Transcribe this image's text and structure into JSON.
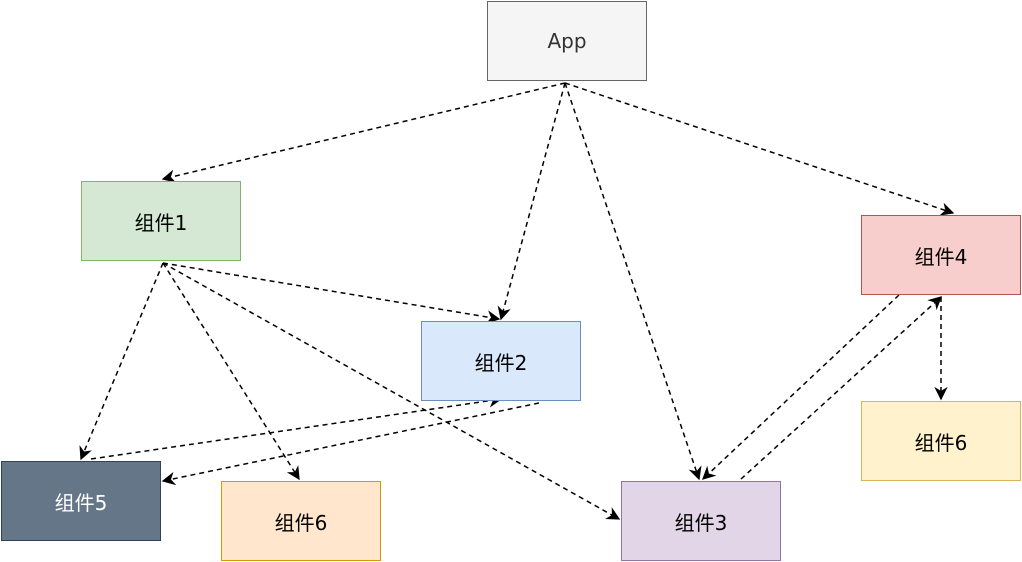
{
  "diagram": {
    "nodes": [
      {
        "id": "app",
        "label": "App",
        "fill": "#f5f5f5",
        "stroke": "#666666",
        "text": "#333333"
      },
      {
        "id": "comp1",
        "label": "组件1",
        "fill": "#d5e8d4",
        "stroke": "#82b366",
        "text": "#000000"
      },
      {
        "id": "comp2",
        "label": "组件2",
        "fill": "#dae8fc",
        "stroke": "#6c8ebf",
        "text": "#000000"
      },
      {
        "id": "comp4",
        "label": "组件4",
        "fill": "#f8cecc",
        "stroke": "#b85450",
        "text": "#000000"
      },
      {
        "id": "comp6b",
        "label": "组件6",
        "fill": "#fff2cc",
        "stroke": "#d6b656",
        "text": "#000000"
      },
      {
        "id": "comp5",
        "label": "组件5",
        "fill": "#647687",
        "stroke": "#314354",
        "text": "#ffffff"
      },
      {
        "id": "comp6a",
        "label": "组件6",
        "fill": "#ffe6cc",
        "stroke": "#d79b00",
        "text": "#000000"
      },
      {
        "id": "comp3",
        "label": "组件3",
        "fill": "#e1d5e7",
        "stroke": "#9673a6",
        "text": "#000000"
      }
    ],
    "edges": [
      {
        "from": "app",
        "to": "comp1"
      },
      {
        "from": "app",
        "to": "comp2"
      },
      {
        "from": "app",
        "to": "comp3"
      },
      {
        "from": "app",
        "to": "comp4"
      },
      {
        "from": "comp1",
        "to": "comp2"
      },
      {
        "from": "comp1",
        "to": "comp5"
      },
      {
        "from": "comp1",
        "to": "comp6a"
      },
      {
        "from": "comp1",
        "to": "comp3"
      },
      {
        "from": "comp5",
        "to": "comp2"
      },
      {
        "from": "comp2",
        "to": "comp5"
      },
      {
        "from": "comp4",
        "to": "comp3"
      },
      {
        "from": "comp3",
        "to": "comp4"
      },
      {
        "from": "comp4",
        "to": "comp6b"
      }
    ],
    "edge_style": "dashed",
    "edge_color": "#000000"
  }
}
